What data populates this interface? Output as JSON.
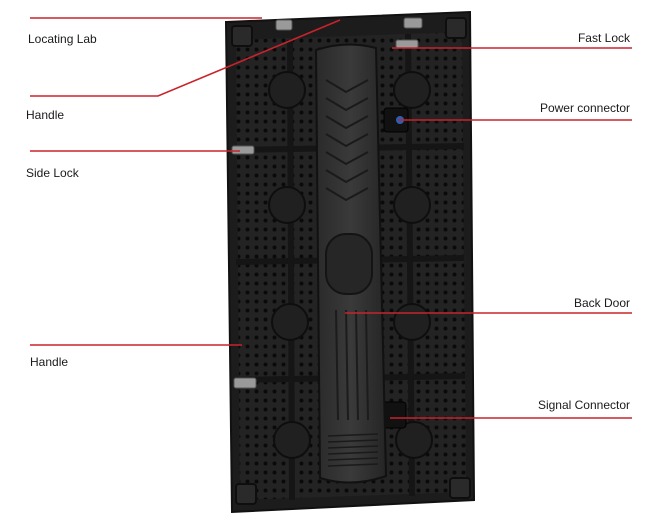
{
  "diagram": {
    "subject": "LED display cabinet rear view",
    "line_color": "#c8232c",
    "panel_color": "#1c1c1c",
    "labels": {
      "locating_lab": "Locating Lab",
      "handle_top": "Handle",
      "side_lock": "Side Lock",
      "handle_bottom": "Handle",
      "fast_lock": "Fast Lock",
      "power_connector": "Power connector",
      "back_door": "Back Door",
      "signal_connector": "Signal Connector"
    }
  }
}
